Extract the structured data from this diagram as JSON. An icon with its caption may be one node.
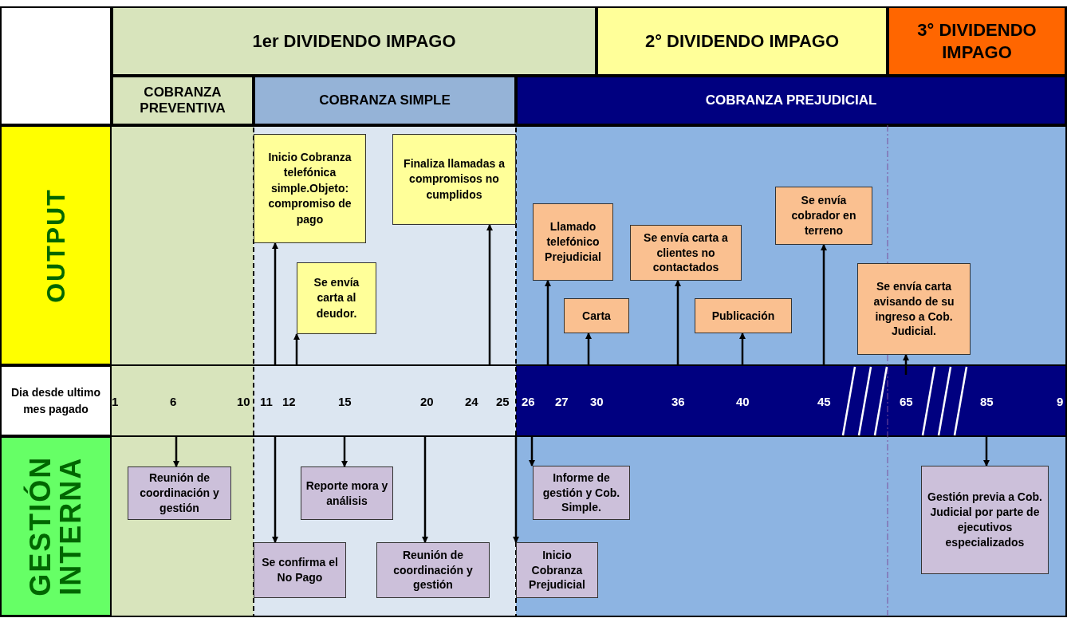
{
  "diagram": {
    "nodes": [
      {
        "text": [
          "1er DIVIDENDO IMPAGO"
        ]
      },
      {
        "text": [
          "2° DIVIDENDO IMPAGO"
        ]
      },
      {
        "text": [
          "3° DIVIDENDO IMPAGO"
        ]
      },
      {
        "text": [
          "COBRANZA PREVENTIVA"
        ]
      },
      {
        "text": [
          "COBRANZA SIMPLE"
        ]
      },
      {
        "text": [
          "COBRANZA PREJUDICIAL"
        ]
      },
      {
        "text": [
          "OUTPUT"
        ]
      },
      {
        "text": [
          "Dia desde ultimo mes pagado"
        ]
      },
      {
        "text": [
          "GESTIÓN INTERNA"
        ]
      },
      {
        "text": [
          "Inicio Cobranza telefónica simple.Objeto: compromiso de pago"
        ]
      },
      {
        "text": [
          "Finaliza llamadas a compromisos no cumplidos"
        ]
      },
      {
        "text": [
          "Se envía carta al deudor."
        ]
      },
      {
        "text": [
          "Llamado telefónico Prejudicial"
        ]
      },
      {
        "text": [
          "Carta"
        ]
      },
      {
        "text": [
          "Se envía carta a clientes no contactados"
        ]
      },
      {
        "text": [
          "Publicación"
        ]
      },
      {
        "text": [
          "Se envía cobrador en terreno"
        ]
      },
      {
        "text": [
          "Se envía carta avisando de su ingreso a Cob. Judicial."
        ]
      },
      {
        "text": [
          "Reunión de coordinación y gestión"
        ]
      },
      {
        "text": [
          "Reporte mora y análisis"
        ]
      },
      {
        "text": [
          "Informe de gestión y Cob. Simple."
        ]
      },
      {
        "text": [
          "Gestión previa a Cob. Judicial por parte de ejecutivos especializados"
        ]
      },
      {
        "text": [
          "Se confirma el No Pago"
        ]
      },
      {
        "text": [
          "Reunión de coordinación y gestión"
        ]
      },
      {
        "text": [
          "Inicio Cobranza Prejudicial"
        ]
      }
    ],
    "edges": [
      {
        "from": null,
        "to": 9,
        "arrow": "to"
      },
      {
        "from": null,
        "to": 11,
        "arrow": "to"
      },
      {
        "from": null,
        "to": 10,
        "arrow": "to"
      },
      {
        "from": null,
        "to": 12,
        "arrow": "to"
      },
      {
        "from": null,
        "to": 13,
        "arrow": "to"
      },
      {
        "from": null,
        "to": 14,
        "arrow": "to"
      },
      {
        "from": null,
        "to": 15,
        "arrow": "to"
      },
      {
        "from": null,
        "to": 16,
        "arrow": "to"
      },
      {
        "from": null,
        "to": 17,
        "arrow": "to"
      },
      {
        "from": null,
        "to": 18,
        "arrow": "to"
      },
      {
        "from": null,
        "to": 22,
        "arrow": "to"
      },
      {
        "from": null,
        "to": 19,
        "arrow": "to"
      },
      {
        "from": null,
        "to": 23,
        "arrow": "to"
      },
      {
        "from": null,
        "to": 24,
        "arrow": "to"
      },
      {
        "from": null,
        "to": 20,
        "arrow": "to"
      },
      {
        "from": null,
        "to": 21,
        "arrow": "to"
      }
    ],
    "labels": [
      "1",
      "6",
      "10",
      "11",
      "12",
      "15",
      "20",
      "24",
      "25",
      "26",
      "27",
      "30",
      "36",
      "40",
      "45",
      "65",
      "85",
      "9"
    ]
  }
}
